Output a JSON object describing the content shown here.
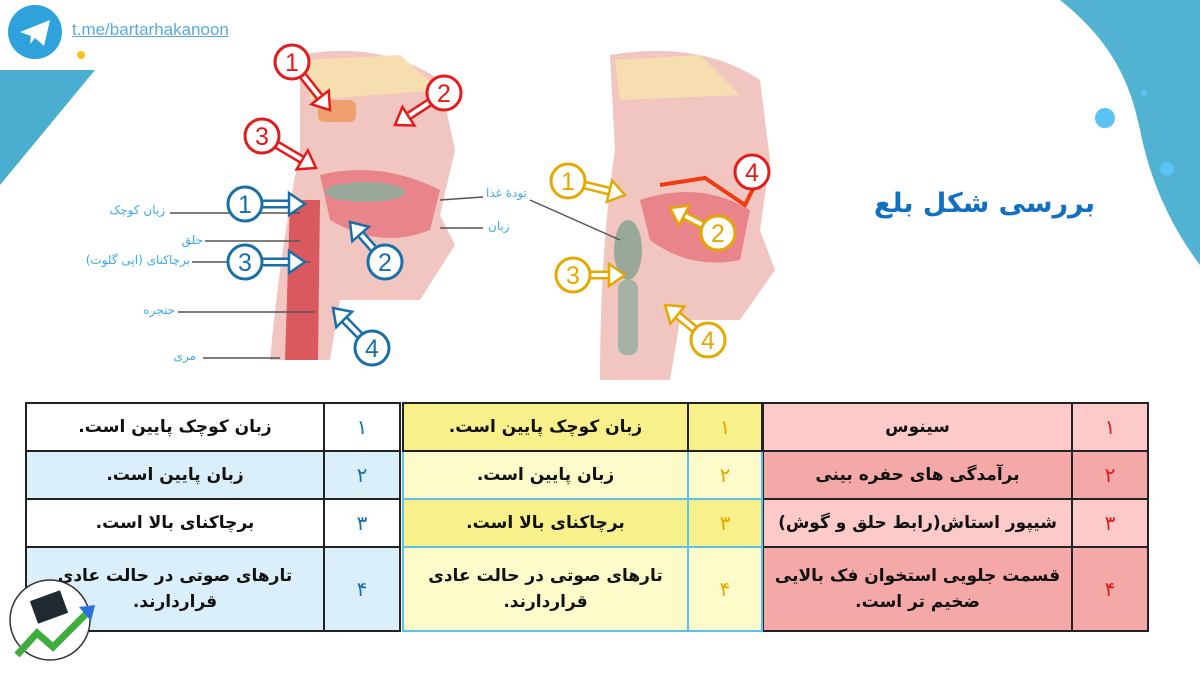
{
  "header": {
    "telegram_link": "t.me/bartarhakanoon",
    "icon": "telegram-icon"
  },
  "title": "بررسی شکل بلع",
  "diagram_left": {
    "labels": [
      "زبان کوچک",
      "حلق",
      "برچاکنای (اپی گلوت)",
      "حنجره",
      "مری"
    ],
    "red_markers": [
      "1",
      "2",
      "3"
    ],
    "blue_markers": [
      "1",
      "2",
      "3",
      "4"
    ]
  },
  "diagram_right": {
    "labels": [
      "تودهٔ غذا",
      "زبان"
    ],
    "yellow_markers": [
      "1",
      "2",
      "3",
      "4"
    ],
    "red_markers": [
      "4"
    ]
  },
  "tables": {
    "blue": [
      {
        "n": "۱",
        "text": "زبان کوچک پایین است."
      },
      {
        "n": "۲",
        "text": "زبان پایین است."
      },
      {
        "n": "۳",
        "text": "برچاکنای بالا است."
      },
      {
        "n": "۴",
        "text": "تارهای صوتی در حالت عادی قراردارند."
      }
    ],
    "yellow": [
      {
        "n": "۱",
        "text": "زبان کوچک پایین است."
      },
      {
        "n": "۲",
        "text": "زبان پایین است."
      },
      {
        "n": "۳",
        "text": "برچاکنای بالا است."
      },
      {
        "n": "۴",
        "text": "تارهای صوتی در حالت عادی قراردارند."
      }
    ],
    "red": [
      {
        "n": "۱",
        "text": "سینوس"
      },
      {
        "n": "۲",
        "text": "برآمدگی های حفره بینی"
      },
      {
        "n": "۳",
        "text": "شیپور استاش(رابط حلق و گوش)"
      },
      {
        "n": "۴",
        "text": "قسمت جلویی استخوان فک بالایی ضخیم تر است."
      }
    ]
  },
  "colors": {
    "accent": "#51b3d1",
    "title": "#1370c0",
    "red": "#e21b1b",
    "blue": "#1a6fa8",
    "yellow": "#e4a800"
  }
}
